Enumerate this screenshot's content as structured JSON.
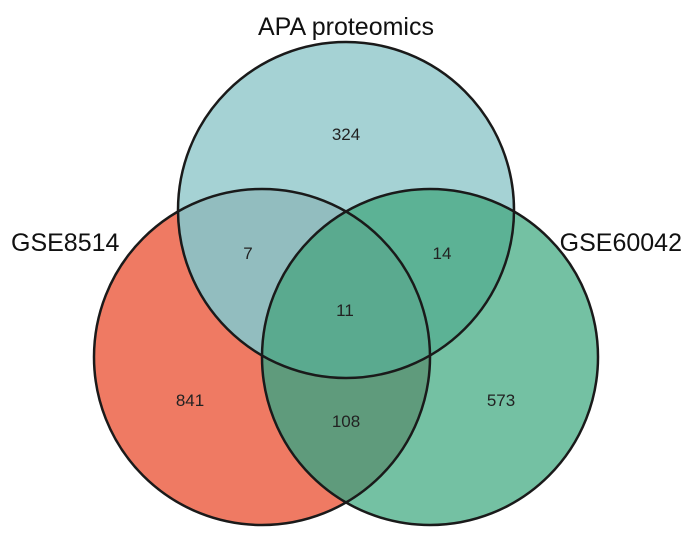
{
  "sets": [
    {
      "id": "top",
      "label": "APA proteomics",
      "color": "#a5d2d4"
    },
    {
      "id": "left",
      "label": "GSE8514",
      "color": "#ef7a63"
    },
    {
      "id": "right",
      "label": "GSE60042",
      "color": "#74c1a3"
    }
  ],
  "regions": {
    "top_only": "324",
    "left_only": "841",
    "right_only": "573",
    "top_left": "7",
    "top_right": "14",
    "left_right": "108",
    "all_three": "11"
  },
  "region_colors": {
    "top_left": "#92bdbf",
    "top_right": "#5cb295",
    "left_right": "#5f9b7c",
    "all_three": "#5aaa8f"
  },
  "outline_color": "#1a1a1a"
}
